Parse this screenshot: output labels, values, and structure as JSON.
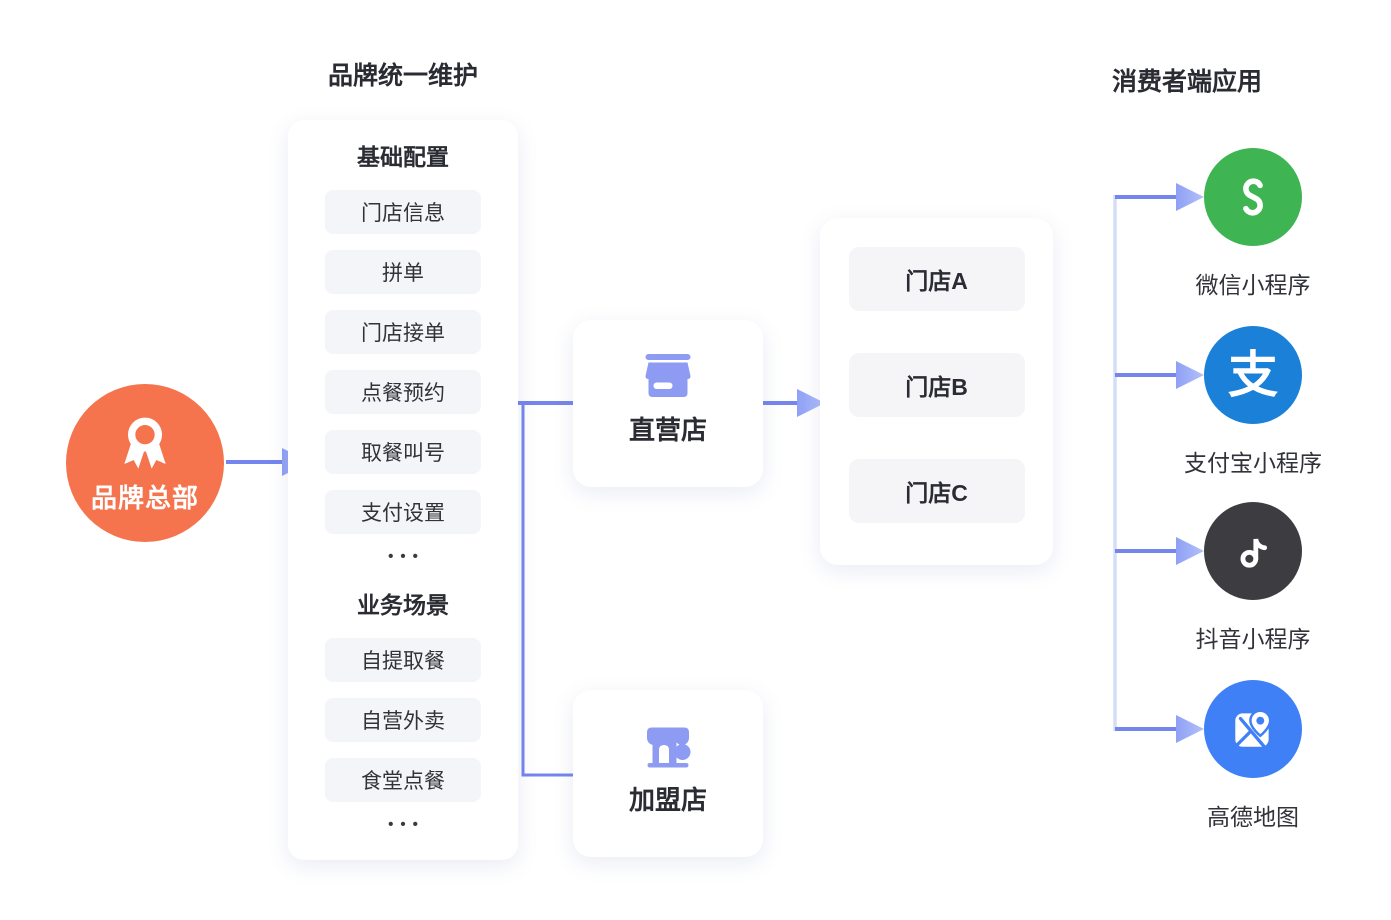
{
  "brand": {
    "label": "品牌总部"
  },
  "maintenance": {
    "title": "品牌统一维护",
    "sections": [
      {
        "header": "基础配置",
        "items": [
          "门店信息",
          "拼单",
          "门店接单",
          "点餐预约",
          "取餐叫号",
          "支付设置"
        ],
        "more": "•••"
      },
      {
        "header": "业务场景",
        "items": [
          "自提取餐",
          "自营外卖",
          "食堂点餐"
        ],
        "more": "•••"
      }
    ]
  },
  "channels": [
    {
      "label": "直营店"
    },
    {
      "label": "加盟店"
    }
  ],
  "stores": {
    "items": [
      "门店A",
      "门店B",
      "门店C"
    ]
  },
  "consumer": {
    "title": "消费者端应用",
    "apps": [
      {
        "label": "微信小程序",
        "color": "#3fb453"
      },
      {
        "label": "支付宝小程序",
        "color": "#1a80d8",
        "glyph": "支"
      },
      {
        "label": "抖音小程序",
        "color": "#3c3c41"
      },
      {
        "label": "高德地图",
        "color": "#3f80f7"
      }
    ]
  },
  "colors": {
    "brand_orange": "#f5744e",
    "accent_periwinkle": "#8d9cf2",
    "connector_line": "#7486ee",
    "connector_arrow": "#9fadf8",
    "connector_trunk": "#d6ddf7"
  }
}
